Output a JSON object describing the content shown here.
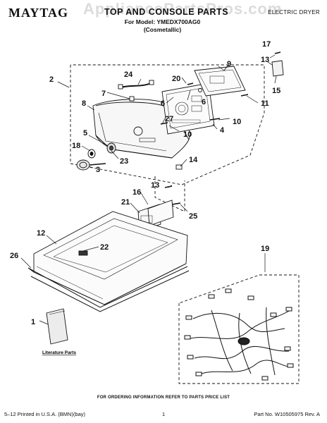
{
  "header": {
    "brand": "MAYTAG",
    "title": "TOP AND CONSOLE PARTS",
    "model_line": "For Model: YMEDX700AG0",
    "model_sub": "(Cosmetallic)",
    "appliance_type": "ELECTRIC DRYER",
    "watermark": "AppliancePartsPros.com"
  },
  "callouts": {
    "c1": "1",
    "c2": "2",
    "c3": "3",
    "c4": "4",
    "c5": "5",
    "c6": "6",
    "c7": "7",
    "c8": "8",
    "c9": "9",
    "c10a": "10",
    "c10b": "10",
    "c11": "11",
    "c12": "12",
    "c13a": "13",
    "c13b": "13",
    "c14": "14",
    "c15": "15",
    "c16": "16",
    "c17": "17",
    "c18": "18",
    "c19": "19",
    "c20": "20",
    "c21": "21",
    "c22": "22",
    "c23": "23",
    "c24": "24",
    "c25": "25",
    "c26": "26",
    "c27": "27"
  },
  "literature_label": "Literature Parts",
  "footer": {
    "note": "FOR ORDERING INFORMATION REFER TO PARTS PRICE LIST",
    "left": "5–12 Printed in U.S.A. (BMN)(bay)",
    "page": "1",
    "right": "Part No. W10505975 Rev. A"
  }
}
